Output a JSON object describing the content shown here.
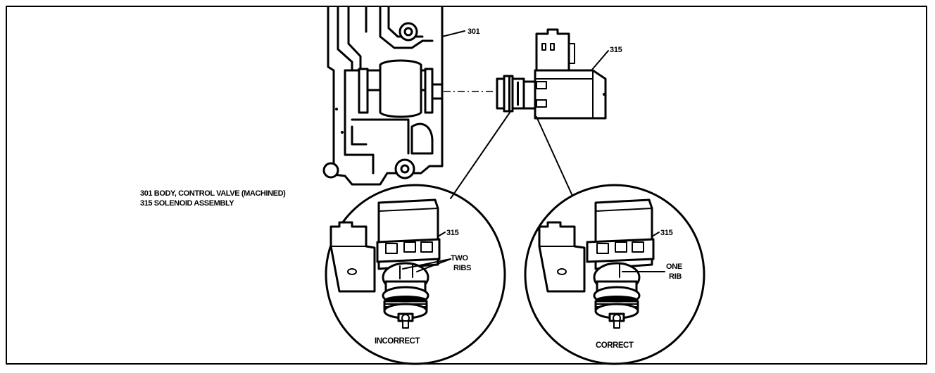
{
  "legend": {
    "line1": "301 BODY, CONTROL VALVE (MACHINED)",
    "line2": "315 SOLENOID ASSEMBLY"
  },
  "callouts": {
    "body": "301",
    "solenoid_top": "315",
    "solenoid_left": "315",
    "solenoid_right": "315"
  },
  "details": {
    "left": {
      "note_line1": "TWO",
      "note_line2": "RIBS",
      "caption": "INCORRECT"
    },
    "right": {
      "note_line1": "ONE",
      "note_line2": "RIB",
      "caption": "CORRECT"
    }
  }
}
